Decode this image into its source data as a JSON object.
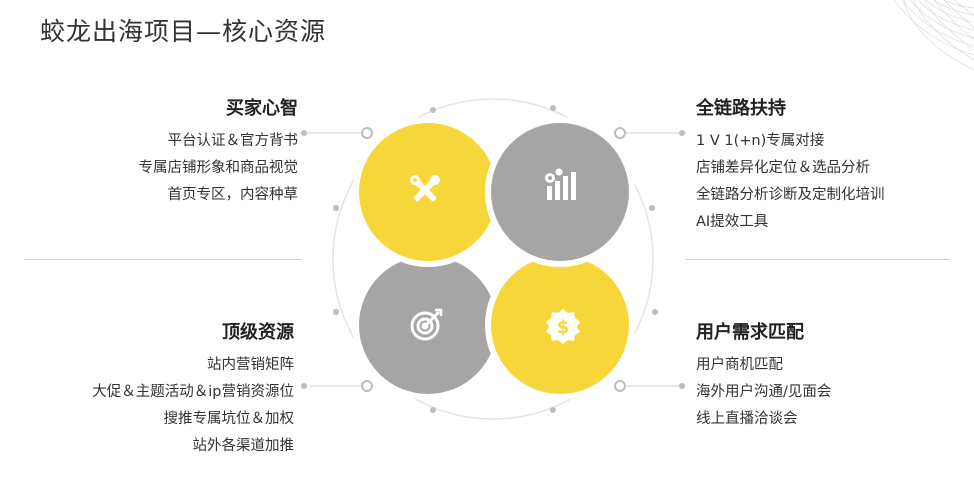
{
  "title": "蛟龙出海项目—核心资源",
  "colors": {
    "yellow": "#F7D63A",
    "gray": "#A5A5A5",
    "text": "#333333",
    "line": "#cfcfcf"
  },
  "quadrants": {
    "top_left": {
      "heading": "买家心智",
      "icon": "tools-icon",
      "items": [
        "平台认证＆官方背书",
        "专属店铺形象和商品视觉",
        "首页专区，内容种草"
      ]
    },
    "top_right": {
      "heading": "全链路扶持",
      "icon": "chart-gear-icon",
      "items": [
        "1 V 1(+n)专属对接",
        "店铺差异化定位＆选品分析",
        "全链路分析诊断及定制化培训",
        "AI提效工具"
      ]
    },
    "bottom_left": {
      "heading": "顶级资源",
      "icon": "target-icon",
      "items": [
        "站内营销矩阵",
        "大促＆主题活动＆ip营销资源位",
        "搜推专属坑位＆加权",
        "站外各渠道加推"
      ]
    },
    "bottom_right": {
      "heading": "用户需求匹配",
      "icon": "dollar-badge-icon",
      "items": [
        "用户商机匹配",
        "海外用户沟通/见面会",
        "线上直播洽谈会"
      ]
    }
  }
}
